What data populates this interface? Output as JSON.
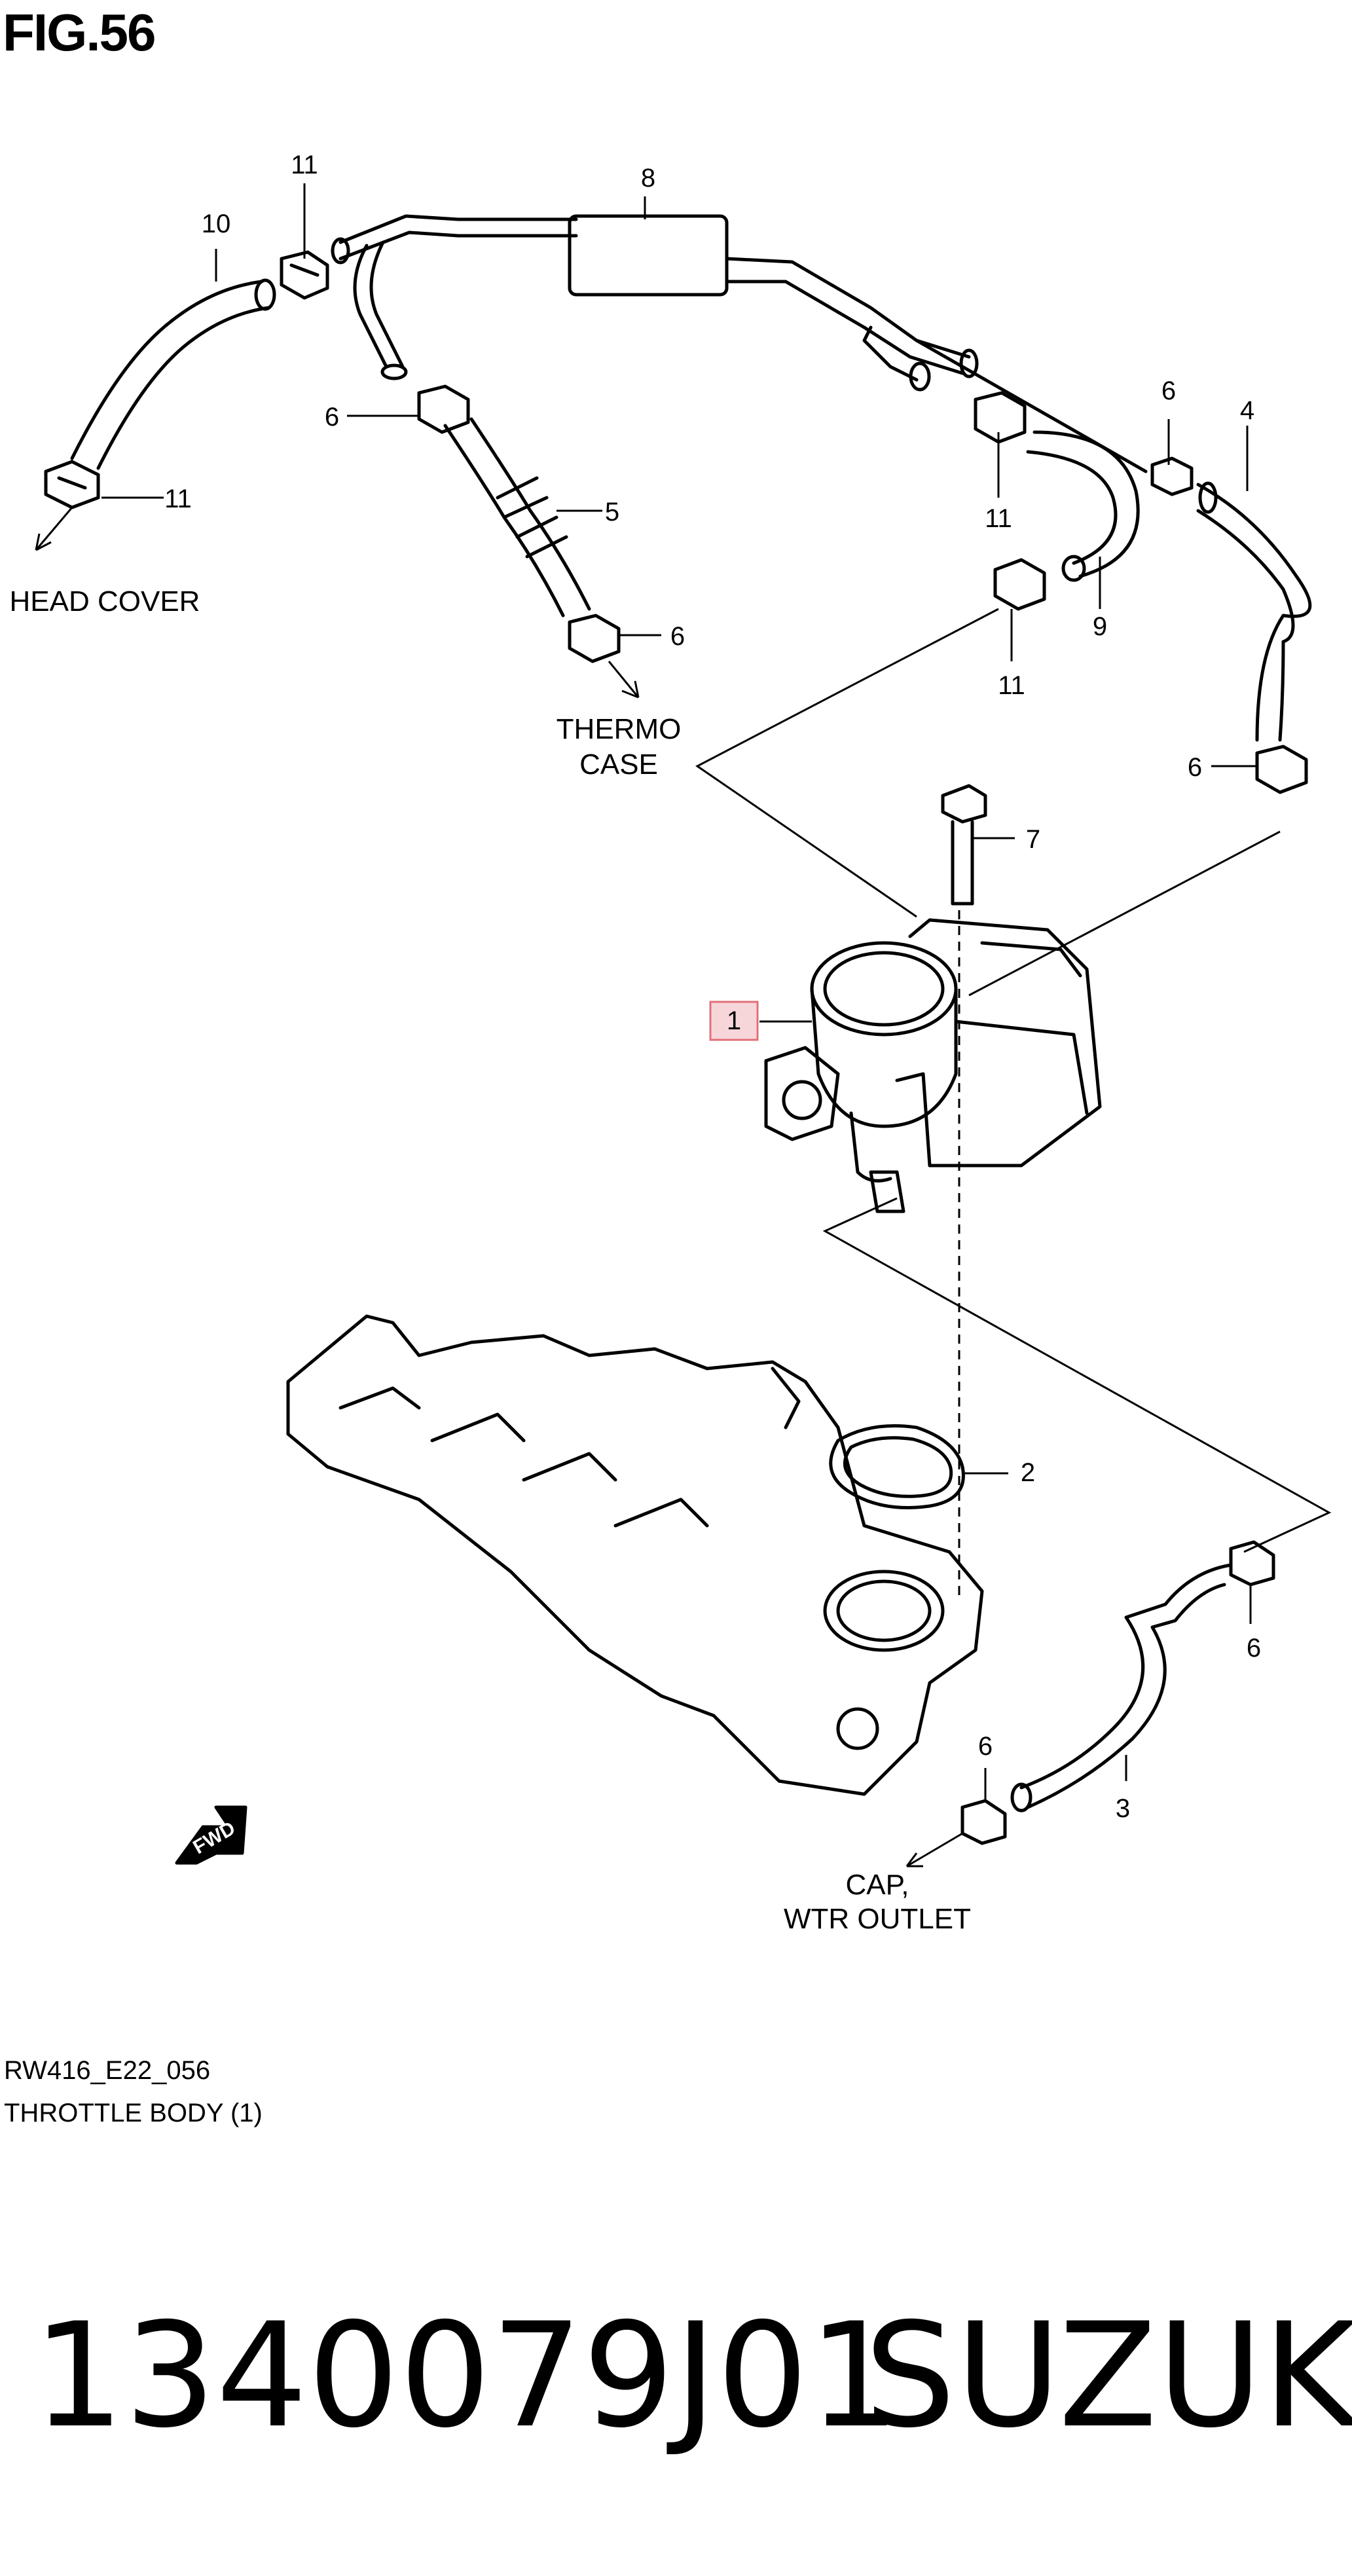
{
  "figure_title": "FIG.56",
  "callouts": {
    "c1": "1",
    "c2": "2",
    "c3": "3",
    "c4": "4",
    "c5": "5",
    "c6a": "6",
    "c6b": "6",
    "c6c": "6",
    "c6d": "6",
    "c6e": "6",
    "c6f": "6",
    "c7": "7",
    "c8": "8",
    "c9": "9",
    "c10": "10",
    "c11a": "11",
    "c11b": "11",
    "c11c": "11",
    "c11d": "11"
  },
  "destinations": {
    "head_cover": "HEAD COVER",
    "thermo_line1": "THERMO",
    "thermo_line2": "CASE",
    "cap_line1": "CAP,",
    "cap_line2": "WTR OUTLET"
  },
  "fwd_badge": "FWD",
  "footer": {
    "code": "RW416_E22_056",
    "description": "THROTTLE BODY (1)"
  },
  "part_number": "1340079J01",
  "brand": "SUZUKI",
  "colors": {
    "highlight_fill": "#f7d6da",
    "highlight_stroke": "#e0707a",
    "ink": "#000000"
  }
}
